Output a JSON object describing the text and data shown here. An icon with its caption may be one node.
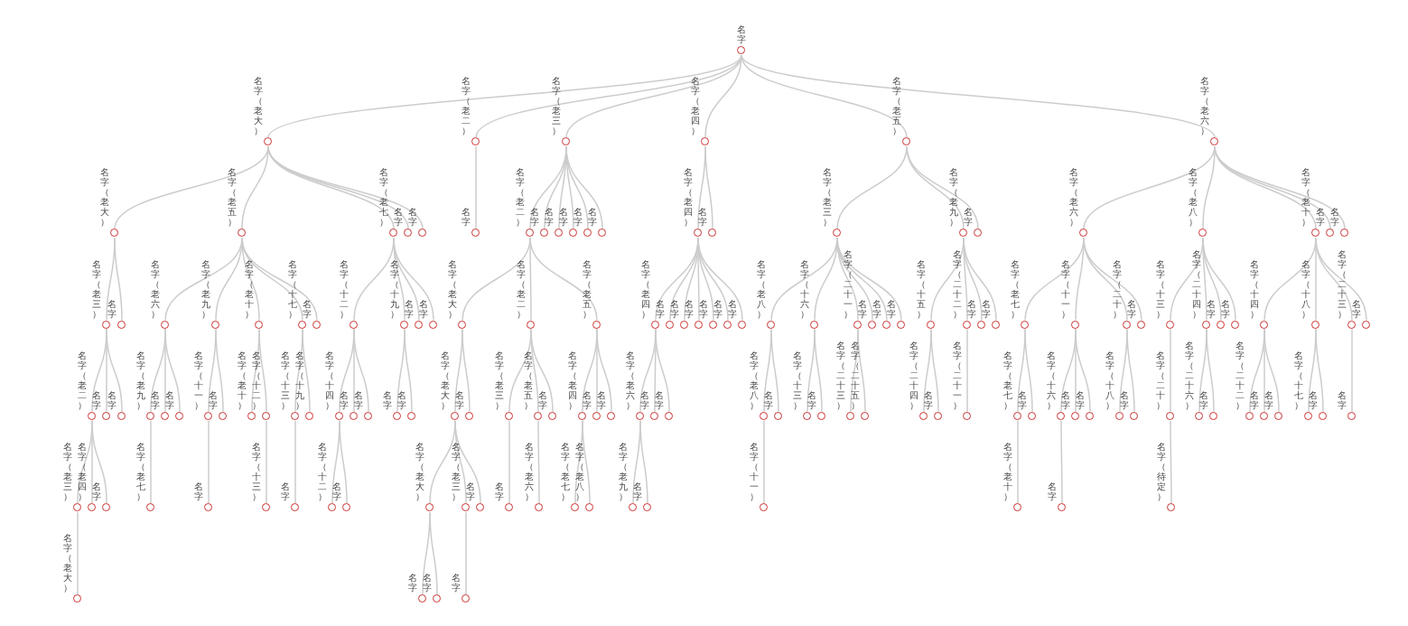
{
  "diagram": {
    "nodes": [
      {
        "text": [
          "名字"
        ]
      },
      {
        "text": [
          "名字（老大）"
        ]
      },
      {
        "text": [
          "名字（老大）"
        ]
      },
      {
        "text": [
          "名字（老三）"
        ]
      },
      {
        "text": [
          "名字（老二）"
        ]
      },
      {
        "text": [
          "名字（老三）"
        ]
      },
      {
        "text": [
          "名字（老大）"
        ]
      },
      {
        "text": [
          "名字（老四）"
        ]
      },
      {
        "text": [
          "名字"
        ]
      },
      {
        "text": [
          "名字"
        ]
      },
      {
        "text": [
          "名字"
        ]
      },
      {
        "text": [
          "名字"
        ]
      },
      {
        "text": [
          "名字（老五）"
        ]
      },
      {
        "text": [
          "名字（老六）"
        ]
      },
      {
        "text": [
          "名字（老九）"
        ]
      },
      {
        "text": [
          "名字（老七）"
        ]
      },
      {
        "text": [
          "名字"
        ]
      },
      {
        "text": [
          "名字"
        ]
      },
      {
        "text": [
          "名字（老九）"
        ]
      },
      {
        "text": [
          "名字（十一）"
        ]
      },
      {
        "text": [
          "名字"
        ]
      },
      {
        "text": [
          "名字"
        ]
      },
      {
        "text": [
          "名字（老十）"
        ]
      },
      {
        "text": [
          "名字（老十）"
        ]
      },
      {
        "text": [
          "名字（十二）"
        ]
      },
      {
        "text": [
          "名字（十三）"
        ]
      },
      {
        "text": [
          "名字（十七）"
        ]
      },
      {
        "text": [
          "名字（十三）"
        ]
      },
      {
        "text": [
          "名字"
        ]
      },
      {
        "text": [
          "名字（十九）"
        ]
      },
      {
        "text": [
          "名字"
        ]
      },
      {
        "text": [
          "名字（老七）"
        ]
      },
      {
        "text": [
          "名字（十二）"
        ]
      },
      {
        "text": [
          "名字（十四）"
        ]
      },
      {
        "text": [
          "名字（十二）"
        ]
      },
      {
        "text": [
          "名字"
        ]
      },
      {
        "text": [
          "名字"
        ]
      },
      {
        "text": [
          "名字"
        ]
      },
      {
        "text": [
          "名字（十九）"
        ]
      },
      {
        "text": [
          "名字"
        ]
      },
      {
        "text": [
          "名字"
        ]
      },
      {
        "text": [
          "名字"
        ]
      },
      {
        "text": [
          "名字"
        ]
      },
      {
        "text": [
          "名字"
        ]
      },
      {
        "text": [
          "名字"
        ]
      },
      {
        "text": [
          "名字（老二）"
        ]
      },
      {
        "text": [
          "名字"
        ]
      },
      {
        "text": [
          "名字（老三）"
        ]
      },
      {
        "text": [
          "名字（老二）"
        ]
      },
      {
        "text": [
          "名字（老大）"
        ]
      },
      {
        "text": [
          "名字（老大）"
        ]
      },
      {
        "text": [
          "名字（老大）"
        ]
      },
      {
        "text": [
          "名字"
        ]
      },
      {
        "text": [
          "名字"
        ]
      },
      {
        "text": [
          "名字（老三）"
        ]
      },
      {
        "text": [
          "名字"
        ]
      },
      {
        "text": [
          "名字"
        ]
      },
      {
        "text": [
          "名字"
        ]
      },
      {
        "text": [
          "名字（老二）"
        ]
      },
      {
        "text": [
          "名字（老三）"
        ]
      },
      {
        "text": [
          "名字"
        ]
      },
      {
        "text": [
          "名字（老五）"
        ]
      },
      {
        "text": [
          "名字（老六）"
        ]
      },
      {
        "text": [
          "名字"
        ]
      },
      {
        "text": [
          "名字（老五）"
        ]
      },
      {
        "text": [
          "名字（老四）"
        ]
      },
      {
        "text": [
          "名字（老七）"
        ]
      },
      {
        "text": [
          "名字（老八）"
        ]
      },
      {
        "text": [
          "名字"
        ]
      },
      {
        "text": [
          "名字"
        ]
      },
      {
        "text": [
          "名字"
        ]
      },
      {
        "text": [
          "名字"
        ]
      },
      {
        "text": [
          "名字"
        ]
      },
      {
        "text": [
          "名字"
        ]
      },
      {
        "text": [
          "名字"
        ]
      },
      {
        "text": [
          "名字（老四）"
        ]
      },
      {
        "text": [
          "名字（老四）"
        ]
      },
      {
        "text": [
          "名字（老四）"
        ]
      },
      {
        "text": [
          "名字（老六）"
        ]
      },
      {
        "text": [
          "名字（老九）"
        ]
      },
      {
        "text": [
          "名字"
        ]
      },
      {
        "text": [
          "名字"
        ]
      },
      {
        "text": [
          "名字"
        ]
      },
      {
        "text": [
          "名字"
        ]
      },
      {
        "text": [
          "名字"
        ]
      },
      {
        "text": [
          "名字"
        ]
      },
      {
        "text": [
          "名字"
        ]
      },
      {
        "text": [
          "名字"
        ]
      },
      {
        "text": [
          "名字"
        ]
      },
      {
        "text": [
          "名字"
        ]
      },
      {
        "text": [
          "名字（老五）"
        ]
      },
      {
        "text": [
          "名字（老三）"
        ]
      },
      {
        "text": [
          "名字（老八）"
        ]
      },
      {
        "text": [
          "名字（老八）"
        ]
      },
      {
        "text": [
          "名字（十一）"
        ]
      },
      {
        "text": [
          "名字"
        ]
      },
      {
        "text": [
          "名字（十六）"
        ]
      },
      {
        "text": [
          "名字（十三）"
        ]
      },
      {
        "text": [
          "名字"
        ]
      },
      {
        "text": [
          "名字（二十一）"
        ]
      },
      {
        "text": [
          "名字（二十三）"
        ]
      },
      {
        "text": [
          "名字（二十五）"
        ]
      },
      {
        "text": [
          "名字"
        ]
      },
      {
        "text": [
          "名字"
        ]
      },
      {
        "text": [
          "名字"
        ]
      },
      {
        "text": [
          "名字（老九）"
        ]
      },
      {
        "text": [
          "名字（十五）"
        ]
      },
      {
        "text": [
          "名字（二十四）"
        ]
      },
      {
        "text": [
          "名字"
        ]
      },
      {
        "text": [
          "名字（二十二）"
        ]
      },
      {
        "text": [
          "名字（二十一）"
        ]
      },
      {
        "text": [
          "名字"
        ]
      },
      {
        "text": [
          "名字"
        ]
      },
      {
        "text": [
          "名字"
        ]
      },
      {
        "text": [
          "名字（老六）"
        ]
      },
      {
        "text": [
          "名字（老六）"
        ]
      },
      {
        "text": [
          "名字（老七）"
        ]
      },
      {
        "text": [
          "名字（老七）"
        ]
      },
      {
        "text": [
          "名字（老十）"
        ]
      },
      {
        "text": [
          "名字"
        ]
      },
      {
        "text": [
          "名字（十一）"
        ]
      },
      {
        "text": [
          "名字（十六）"
        ]
      },
      {
        "text": [
          "名字"
        ]
      },
      {
        "text": [
          "名字"
        ]
      },
      {
        "text": [
          "名字"
        ]
      },
      {
        "text": [
          "名字（二十）"
        ]
      },
      {
        "text": [
          "名字（十八）"
        ]
      },
      {
        "text": [
          "名字"
        ]
      },
      {
        "text": [
          "名字"
        ]
      },
      {
        "text": [
          "名字（老八）"
        ]
      },
      {
        "text": [
          "名字（十三）"
        ]
      },
      {
        "text": [
          "名字（二十）"
        ]
      },
      {
        "text": [
          "名字（待定）"
        ]
      },
      {
        "text": [
          "名字（二十四）"
        ]
      },
      {
        "text": [
          "名字（二十六）"
        ]
      },
      {
        "text": [
          "名字"
        ]
      },
      {
        "text": [
          "名字"
        ]
      },
      {
        "text": [
          "名字"
        ]
      },
      {
        "text": [
          "名字（老十）"
        ]
      },
      {
        "text": [
          "名字（十四）"
        ]
      },
      {
        "text": [
          "名字（二十二）"
        ]
      },
      {
        "text": [
          "名字"
        ]
      },
      {
        "text": [
          "名字"
        ]
      },
      {
        "text": [
          "名字（十八）"
        ]
      },
      {
        "text": [
          "名字（十七）"
        ]
      },
      {
        "text": [
          "名字"
        ]
      },
      {
        "text": [
          "名字（二十三）"
        ]
      },
      {
        "text": [
          "名字"
        ]
      },
      {
        "text": [
          "名字"
        ]
      },
      {
        "text": [
          "名字"
        ]
      },
      {
        "text": [
          "名字"
        ]
      }
    ],
    "edges": [
      {
        "from": 0,
        "to": 1,
        "arrow": "none"
      },
      {
        "from": 1,
        "to": 2,
        "arrow": "none"
      },
      {
        "from": 2,
        "to": 3,
        "arrow": "none"
      },
      {
        "from": 3,
        "to": 4,
        "arrow": "none"
      },
      {
        "from": 4,
        "to": 5,
        "arrow": "none"
      },
      {
        "from": 5,
        "to": 6,
        "arrow": "none"
      },
      {
        "from": 4,
        "to": 7,
        "arrow": "none"
      },
      {
        "from": 4,
        "to": 8,
        "arrow": "none"
      },
      {
        "from": 3,
        "to": 9,
        "arrow": "none"
      },
      {
        "from": 3,
        "to": 10,
        "arrow": "none"
      },
      {
        "from": 2,
        "to": 11,
        "arrow": "none"
      },
      {
        "from": 1,
        "to": 12,
        "arrow": "none"
      },
      {
        "from": 12,
        "to": 13,
        "arrow": "none"
      },
      {
        "from": 13,
        "to": 14,
        "arrow": "none"
      },
      {
        "from": 14,
        "to": 15,
        "arrow": "none"
      },
      {
        "from": 13,
        "to": 16,
        "arrow": "none"
      },
      {
        "from": 13,
        "to": 17,
        "arrow": "none"
      },
      {
        "from": 12,
        "to": 18,
        "arrow": "none"
      },
      {
        "from": 18,
        "to": 19,
        "arrow": "none"
      },
      {
        "from": 19,
        "to": 20,
        "arrow": "none"
      },
      {
        "from": 18,
        "to": 21,
        "arrow": "none"
      },
      {
        "from": 12,
        "to": 22,
        "arrow": "none"
      },
      {
        "from": 22,
        "to": 23,
        "arrow": "none"
      },
      {
        "from": 22,
        "to": 24,
        "arrow": "none"
      },
      {
        "from": 24,
        "to": 25,
        "arrow": "none"
      },
      {
        "from": 12,
        "to": 26,
        "arrow": "none"
      },
      {
        "from": 26,
        "to": 27,
        "arrow": "none"
      },
      {
        "from": 27,
        "to": 28,
        "arrow": "none"
      },
      {
        "from": 26,
        "to": 29,
        "arrow": "none"
      },
      {
        "from": 12,
        "to": 30,
        "arrow": "none"
      },
      {
        "from": 1,
        "to": 31,
        "arrow": "none"
      },
      {
        "from": 31,
        "to": 32,
        "arrow": "none"
      },
      {
        "from": 32,
        "to": 33,
        "arrow": "none"
      },
      {
        "from": 33,
        "to": 34,
        "arrow": "none"
      },
      {
        "from": 33,
        "to": 35,
        "arrow": "none"
      },
      {
        "from": 32,
        "to": 36,
        "arrow": "none"
      },
      {
        "from": 32,
        "to": 37,
        "arrow": "none"
      },
      {
        "from": 31,
        "to": 38,
        "arrow": "none"
      },
      {
        "from": 38,
        "to": 39,
        "arrow": "none"
      },
      {
        "from": 38,
        "to": 40,
        "arrow": "none"
      },
      {
        "from": 31,
        "to": 41,
        "arrow": "none"
      },
      {
        "from": 31,
        "to": 42,
        "arrow": "none"
      },
      {
        "from": 1,
        "to": 43,
        "arrow": "none"
      },
      {
        "from": 1,
        "to": 44,
        "arrow": "none"
      },
      {
        "from": 0,
        "to": 45,
        "arrow": "none"
      },
      {
        "from": 45,
        "to": 46,
        "arrow": "none"
      },
      {
        "from": 0,
        "to": 47,
        "arrow": "none"
      },
      {
        "from": 47,
        "to": 48,
        "arrow": "none"
      },
      {
        "from": 48,
        "to": 49,
        "arrow": "none"
      },
      {
        "from": 49,
        "to": 50,
        "arrow": "none"
      },
      {
        "from": 50,
        "to": 51,
        "arrow": "none"
      },
      {
        "from": 51,
        "to": 52,
        "arrow": "none"
      },
      {
        "from": 51,
        "to": 53,
        "arrow": "none"
      },
      {
        "from": 50,
        "to": 54,
        "arrow": "none"
      },
      {
        "from": 54,
        "to": 55,
        "arrow": "none"
      },
      {
        "from": 50,
        "to": 56,
        "arrow": "none"
      },
      {
        "from": 49,
        "to": 57,
        "arrow": "none"
      },
      {
        "from": 48,
        "to": 58,
        "arrow": "none"
      },
      {
        "from": 58,
        "to": 59,
        "arrow": "none"
      },
      {
        "from": 59,
        "to": 60,
        "arrow": "none"
      },
      {
        "from": 58,
        "to": 61,
        "arrow": "none"
      },
      {
        "from": 61,
        "to": 62,
        "arrow": "none"
      },
      {
        "from": 58,
        "to": 63,
        "arrow": "none"
      },
      {
        "from": 48,
        "to": 64,
        "arrow": "none"
      },
      {
        "from": 64,
        "to": 65,
        "arrow": "none"
      },
      {
        "from": 65,
        "to": 66,
        "arrow": "none"
      },
      {
        "from": 65,
        "to": 67,
        "arrow": "none"
      },
      {
        "from": 64,
        "to": 68,
        "arrow": "none"
      },
      {
        "from": 64,
        "to": 69,
        "arrow": "none"
      },
      {
        "from": 47,
        "to": 70,
        "arrow": "none"
      },
      {
        "from": 47,
        "to": 71,
        "arrow": "none"
      },
      {
        "from": 47,
        "to": 72,
        "arrow": "none"
      },
      {
        "from": 47,
        "to": 73,
        "arrow": "none"
      },
      {
        "from": 47,
        "to": 74,
        "arrow": "none"
      },
      {
        "from": 0,
        "to": 75,
        "arrow": "none"
      },
      {
        "from": 75,
        "to": 76,
        "arrow": "none"
      },
      {
        "from": 76,
        "to": 77,
        "arrow": "none"
      },
      {
        "from": 77,
        "to": 78,
        "arrow": "none"
      },
      {
        "from": 78,
        "to": 79,
        "arrow": "none"
      },
      {
        "from": 78,
        "to": 80,
        "arrow": "none"
      },
      {
        "from": 77,
        "to": 81,
        "arrow": "none"
      },
      {
        "from": 77,
        "to": 82,
        "arrow": "none"
      },
      {
        "from": 76,
        "to": 83,
        "arrow": "none"
      },
      {
        "from": 76,
        "to": 84,
        "arrow": "none"
      },
      {
        "from": 76,
        "to": 85,
        "arrow": "none"
      },
      {
        "from": 76,
        "to": 86,
        "arrow": "none"
      },
      {
        "from": 76,
        "to": 87,
        "arrow": "none"
      },
      {
        "from": 76,
        "to": 88,
        "arrow": "none"
      },
      {
        "from": 75,
        "to": 89,
        "arrow": "none"
      },
      {
        "from": 0,
        "to": 90,
        "arrow": "none"
      },
      {
        "from": 90,
        "to": 91,
        "arrow": "none"
      },
      {
        "from": 91,
        "to": 92,
        "arrow": "none"
      },
      {
        "from": 92,
        "to": 93,
        "arrow": "none"
      },
      {
        "from": 93,
        "to": 94,
        "arrow": "none"
      },
      {
        "from": 92,
        "to": 95,
        "arrow": "none"
      },
      {
        "from": 91,
        "to": 96,
        "arrow": "none"
      },
      {
        "from": 96,
        "to": 97,
        "arrow": "none"
      },
      {
        "from": 96,
        "to": 98,
        "arrow": "none"
      },
      {
        "from": 91,
        "to": 99,
        "arrow": "none"
      },
      {
        "from": 99,
        "to": 100,
        "arrow": "none"
      },
      {
        "from": 99,
        "to": 101,
        "arrow": "none"
      },
      {
        "from": 91,
        "to": 102,
        "arrow": "none"
      },
      {
        "from": 91,
        "to": 103,
        "arrow": "none"
      },
      {
        "from": 91,
        "to": 104,
        "arrow": "none"
      },
      {
        "from": 90,
        "to": 105,
        "arrow": "none"
      },
      {
        "from": 105,
        "to": 106,
        "arrow": "none"
      },
      {
        "from": 106,
        "to": 107,
        "arrow": "none"
      },
      {
        "from": 106,
        "to": 108,
        "arrow": "none"
      },
      {
        "from": 105,
        "to": 109,
        "arrow": "none"
      },
      {
        "from": 109,
        "to": 110,
        "arrow": "none"
      },
      {
        "from": 105,
        "to": 111,
        "arrow": "none"
      },
      {
        "from": 105,
        "to": 112,
        "arrow": "none"
      },
      {
        "from": 90,
        "to": 113,
        "arrow": "none"
      },
      {
        "from": 0,
        "to": 114,
        "arrow": "none"
      },
      {
        "from": 114,
        "to": 115,
        "arrow": "none"
      },
      {
        "from": 115,
        "to": 116,
        "arrow": "none"
      },
      {
        "from": 116,
        "to": 117,
        "arrow": "none"
      },
      {
        "from": 117,
        "to": 118,
        "arrow": "none"
      },
      {
        "from": 116,
        "to": 119,
        "arrow": "none"
      },
      {
        "from": 115,
        "to": 120,
        "arrow": "none"
      },
      {
        "from": 120,
        "to": 121,
        "arrow": "none"
      },
      {
        "from": 121,
        "to": 122,
        "arrow": "none"
      },
      {
        "from": 120,
        "to": 123,
        "arrow": "none"
      },
      {
        "from": 120,
        "to": 124,
        "arrow": "none"
      },
      {
        "from": 115,
        "to": 125,
        "arrow": "none"
      },
      {
        "from": 125,
        "to": 126,
        "arrow": "none"
      },
      {
        "from": 125,
        "to": 127,
        "arrow": "none"
      },
      {
        "from": 115,
        "to": 128,
        "arrow": "none"
      },
      {
        "from": 114,
        "to": 129,
        "arrow": "none"
      },
      {
        "from": 129,
        "to": 130,
        "arrow": "none"
      },
      {
        "from": 130,
        "to": 131,
        "arrow": "none"
      },
      {
        "from": 131,
        "to": 132,
        "arrow": "none"
      },
      {
        "from": 129,
        "to": 133,
        "arrow": "none"
      },
      {
        "from": 133,
        "to": 134,
        "arrow": "none"
      },
      {
        "from": 133,
        "to": 135,
        "arrow": "none"
      },
      {
        "from": 129,
        "to": 136,
        "arrow": "none"
      },
      {
        "from": 129,
        "to": 137,
        "arrow": "none"
      },
      {
        "from": 114,
        "to": 138,
        "arrow": "none"
      },
      {
        "from": 138,
        "to": 139,
        "arrow": "none"
      },
      {
        "from": 139,
        "to": 140,
        "arrow": "none"
      },
      {
        "from": 139,
        "to": 141,
        "arrow": "none"
      },
      {
        "from": 139,
        "to": 142,
        "arrow": "none"
      },
      {
        "from": 138,
        "to": 143,
        "arrow": "none"
      },
      {
        "from": 143,
        "to": 144,
        "arrow": "none"
      },
      {
        "from": 143,
        "to": 145,
        "arrow": "none"
      },
      {
        "from": 138,
        "to": 146,
        "arrow": "none"
      },
      {
        "from": 146,
        "to": 147,
        "arrow": "none"
      },
      {
        "from": 138,
        "to": 148,
        "arrow": "none"
      },
      {
        "from": 114,
        "to": 149,
        "arrow": "none"
      },
      {
        "from": 114,
        "to": 150,
        "arrow": "none"
      }
    ]
  }
}
